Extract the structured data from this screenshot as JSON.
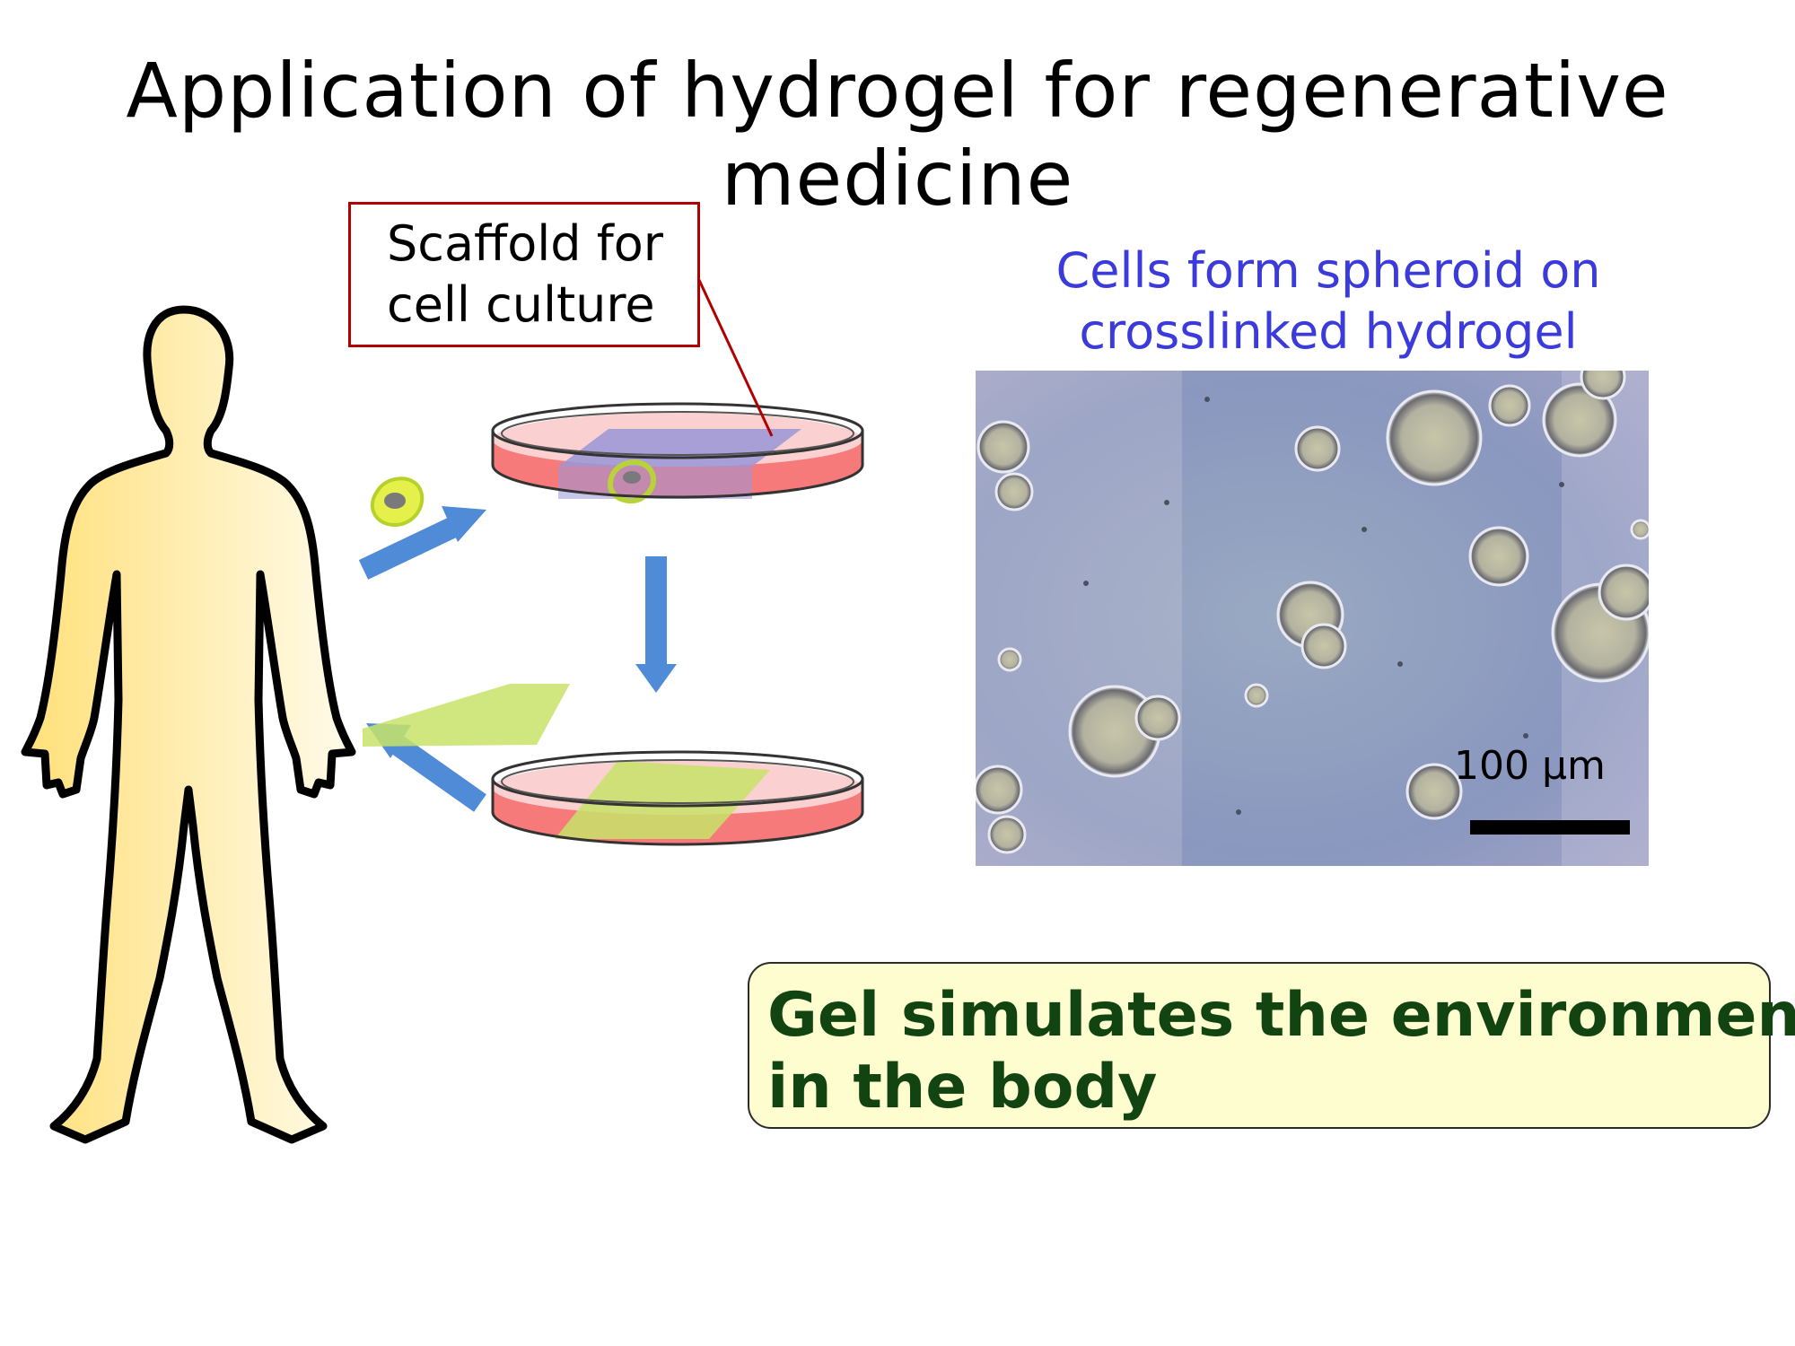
{
  "title": "Application of hydrogel for regenerative medicine",
  "scaffold_callout": {
    "line1": "Scaffold for",
    "line2": "cell culture",
    "border_color": "#b00000"
  },
  "micrograph": {
    "caption_line1": "Cells form spheroid on",
    "caption_line2": "crosslinked hydrogel",
    "caption_color": "#3b3bdc",
    "scale_bar_label": "100 μm"
  },
  "conclusion": {
    "line1": "Gel simulates the environment",
    "line2": "in the body",
    "text_color": "#114411",
    "background_color": "#fdfdd0"
  },
  "colors": {
    "body_gradient_start": "#ffe07a",
    "body_gradient_end": "#fffbea",
    "arrow": "#4f8bd6",
    "dish_medium": "#f77a7a",
    "gel_sheet": "#c8e36a",
    "scaffold_sheet": "#9a96d8"
  }
}
